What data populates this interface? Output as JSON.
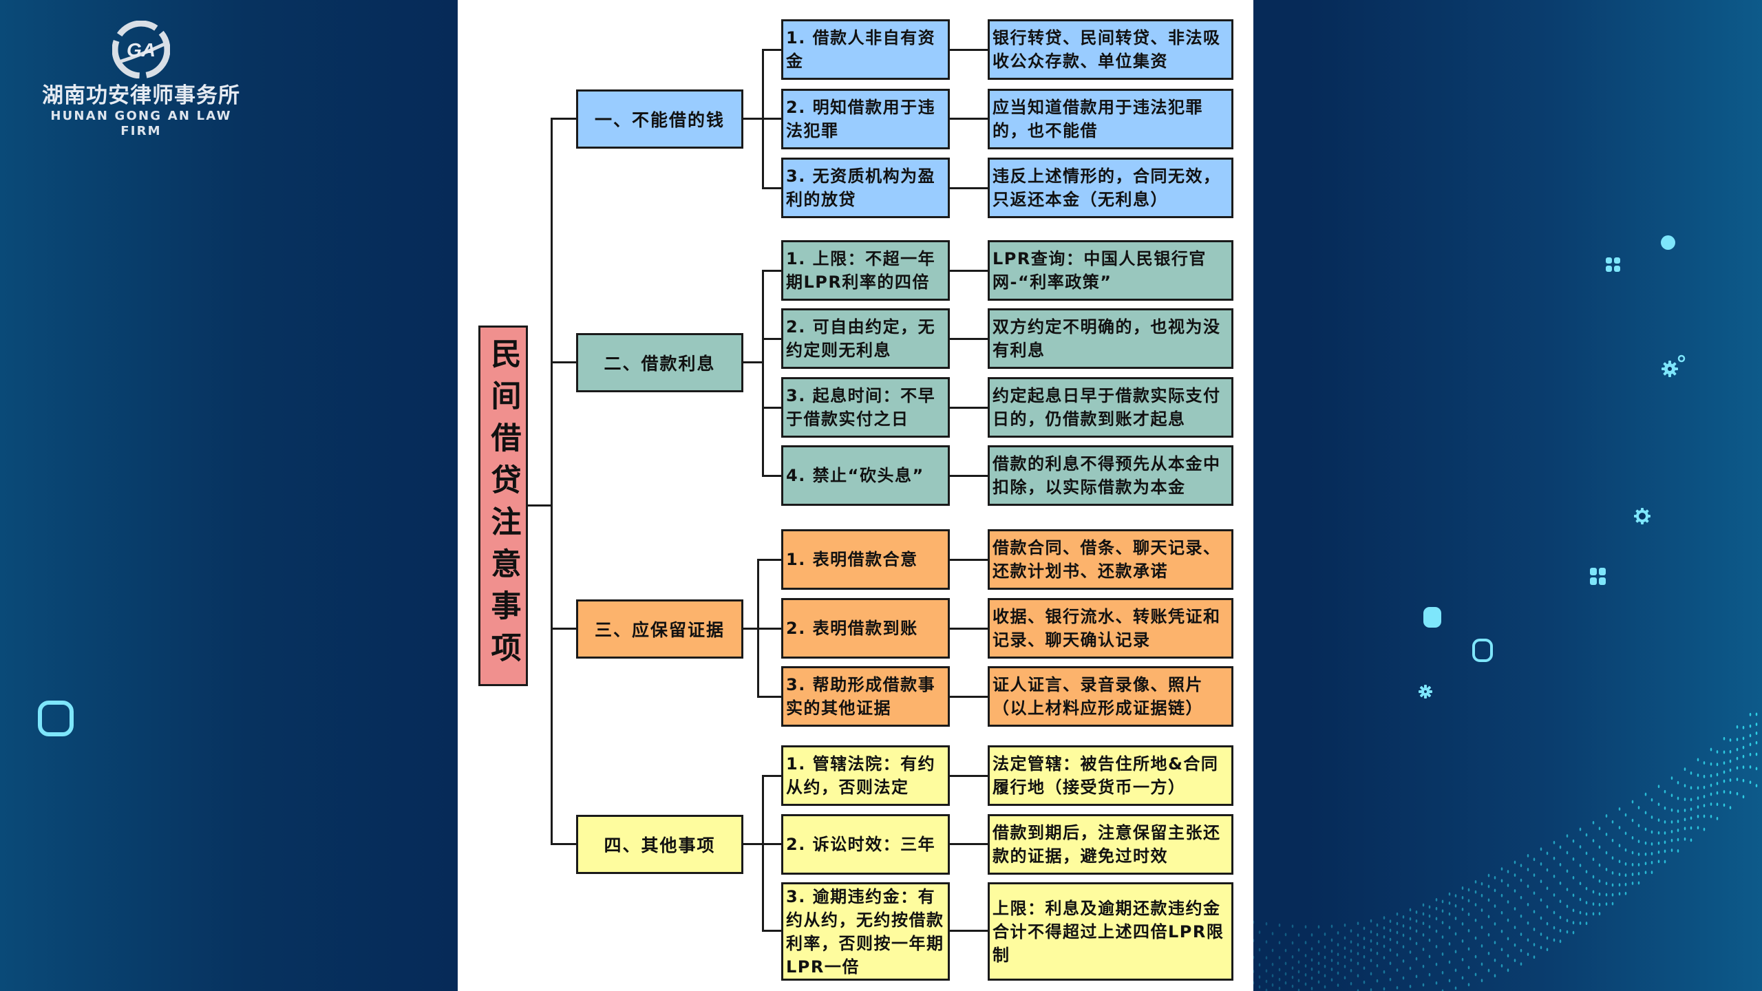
{
  "brand": {
    "logo_text": "GA",
    "name_cn": "湖南功安律师事务所",
    "name_en": "HUNAN GONG AN LAW FIRM"
  },
  "colors": {
    "root": "#f0908e",
    "section_1": "#99ccff",
    "section_2": "#99c7be",
    "section_3": "#fcb36c",
    "section_4": "#fefc9e",
    "accent_decor": "#7ee6fb"
  },
  "diagram": {
    "root": "民间借贷注意事项",
    "sections": [
      {
        "title": "一、不能借的钱",
        "items": [
          {
            "point": "1. 借款人非自有资金",
            "detail": "银行转贷、民间转贷、非法吸收公众存款、单位集资"
          },
          {
            "point": "2. 明知借款用于违法犯罪",
            "detail": "应当知道借款用于违法犯罪的，也不能借"
          },
          {
            "point": "3. 无资质机构为盈利的放贷",
            "detail": "违反上述情形的，合同无效，只返还本金（无利息）"
          }
        ]
      },
      {
        "title": "二、借款利息",
        "items": [
          {
            "point": "1. 上限：不超一年期LPR利率的四倍",
            "detail": "LPR查询：中国人民银行官网-“利率政策”"
          },
          {
            "point": "2. 可自由约定，无约定则无利息",
            "detail": "双方约定不明确的，也视为没有利息"
          },
          {
            "point": "3. 起息时间：不早于借款实付之日",
            "detail": "约定起息日早于借款实际支付日的，仍借款到账才起息"
          },
          {
            "point": "4. 禁止“砍头息”",
            "detail": "借款的利息不得预先从本金中扣除，以实际借款为本金"
          }
        ]
      },
      {
        "title": "三、应保留证据",
        "items": [
          {
            "point": "1. 表明借款合意",
            "detail": "借款合同、借条、聊天记录、还款计划书、还款承诺"
          },
          {
            "point": "2. 表明借款到账",
            "detail": "收据、银行流水、转账凭证和记录、聊天确认记录"
          },
          {
            "point": "3. 帮助形成借款事实的其他证据",
            "detail": "证人证言、录音录像、照片（以上材料应形成证据链）"
          }
        ]
      },
      {
        "title": "四、其他事项",
        "items": [
          {
            "point": "1. 管辖法院：有约从约，否则法定",
            "detail": "法定管辖：被告住所地&合同履行地（接受货币一方）"
          },
          {
            "point": "2. 诉讼时效：三年",
            "detail": "借款到期后，注意保留主张还款的证据，避免过时效"
          },
          {
            "point": "3. 逾期违约金：有约从约，无约按借款利率，否则按一年期LPR一倍",
            "detail": "上限：利息及逾期还款违约金合计不得超过上述四倍LPR限制"
          }
        ]
      }
    ]
  }
}
